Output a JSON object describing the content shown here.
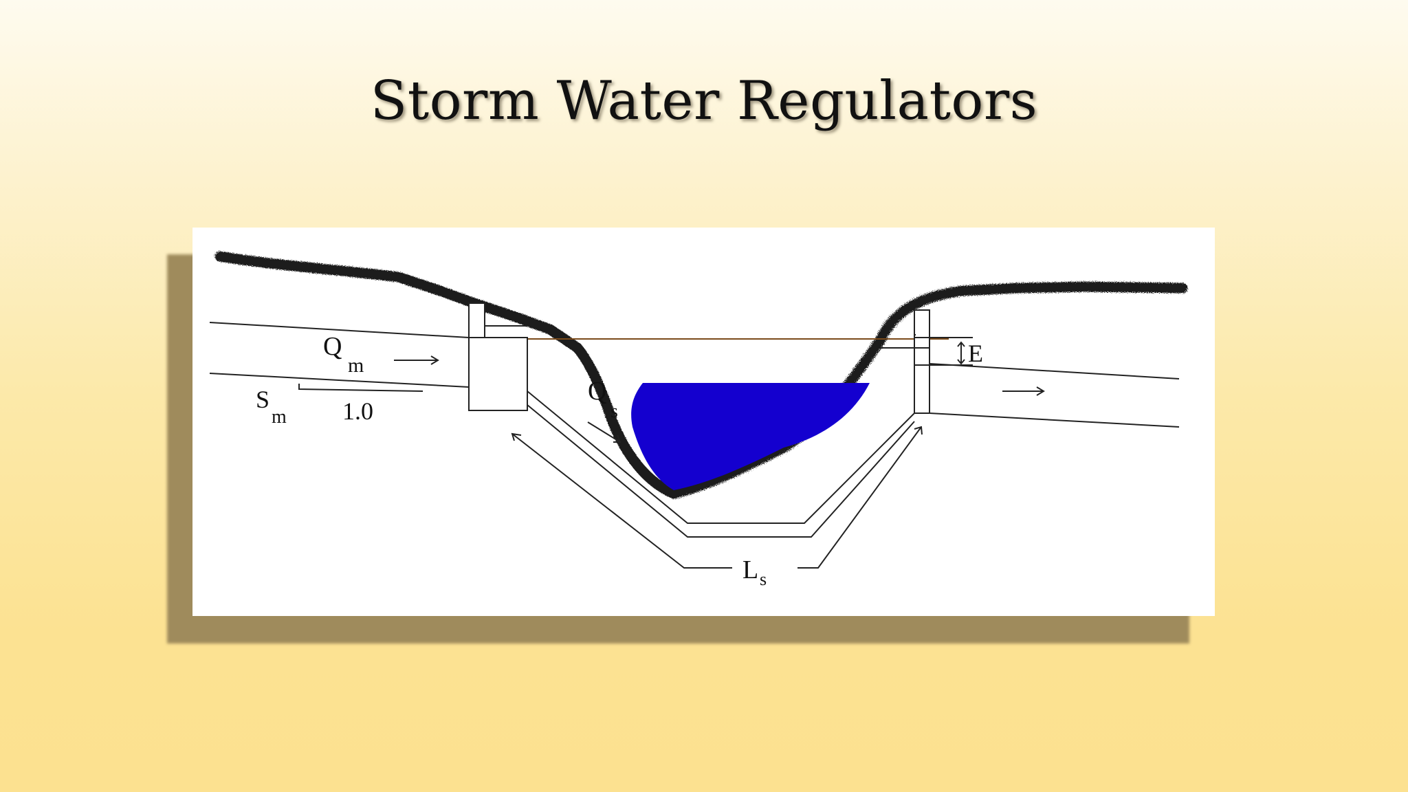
{
  "slide": {
    "title": "Storm Water Regulators"
  },
  "diagram": {
    "labels": {
      "main_flow_symbol": "Q",
      "main_flow_sub": "m",
      "main_slope_symbol": "S",
      "main_slope_sub": "m",
      "slope_ratio": "1.0",
      "siphon_flow_symbol": "Q",
      "siphon_flow_sub": "s",
      "siphon_length_symbol": "L",
      "siphon_length_sub": "s",
      "energy_loss": "E"
    },
    "colors": {
      "water": "#1400cf",
      "ground": "#1a1a1a",
      "hydraulic_line": "#7a4a1a",
      "background": "#ffffff"
    }
  }
}
